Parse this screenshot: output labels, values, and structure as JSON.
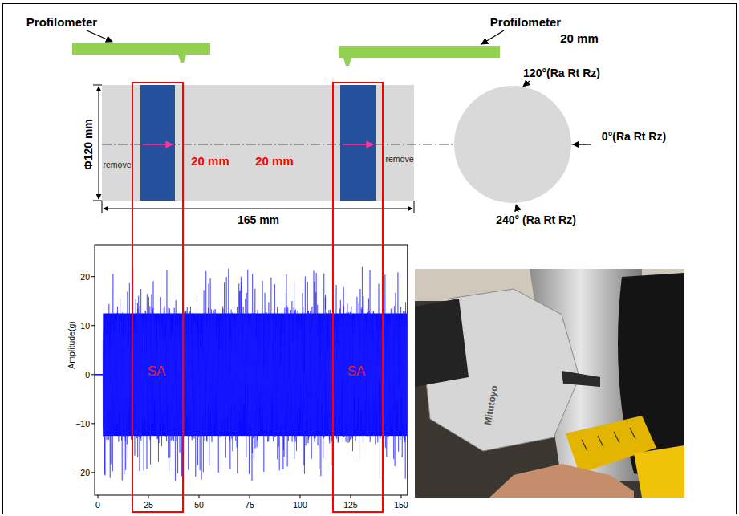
{
  "diagram": {
    "labels": [
      "Profilometer",
      "Profilometer",
      "20 mm",
      "Φ120 mm",
      "remove",
      "20 mm",
      "20 mm",
      "remove",
      "165 mm",
      "120°(Ra Rt Rz)",
      "0°(Ra Rt Rz)",
      "240° (Ra Rt Rz)",
      "20",
      "10",
      "0",
      "−10",
      "−20",
      "Amplitude(g)",
      "0",
      "25",
      "50",
      "75",
      "100",
      "125",
      "150",
      "SA",
      "SA",
      "Mitutoyo"
    ]
  }
}
